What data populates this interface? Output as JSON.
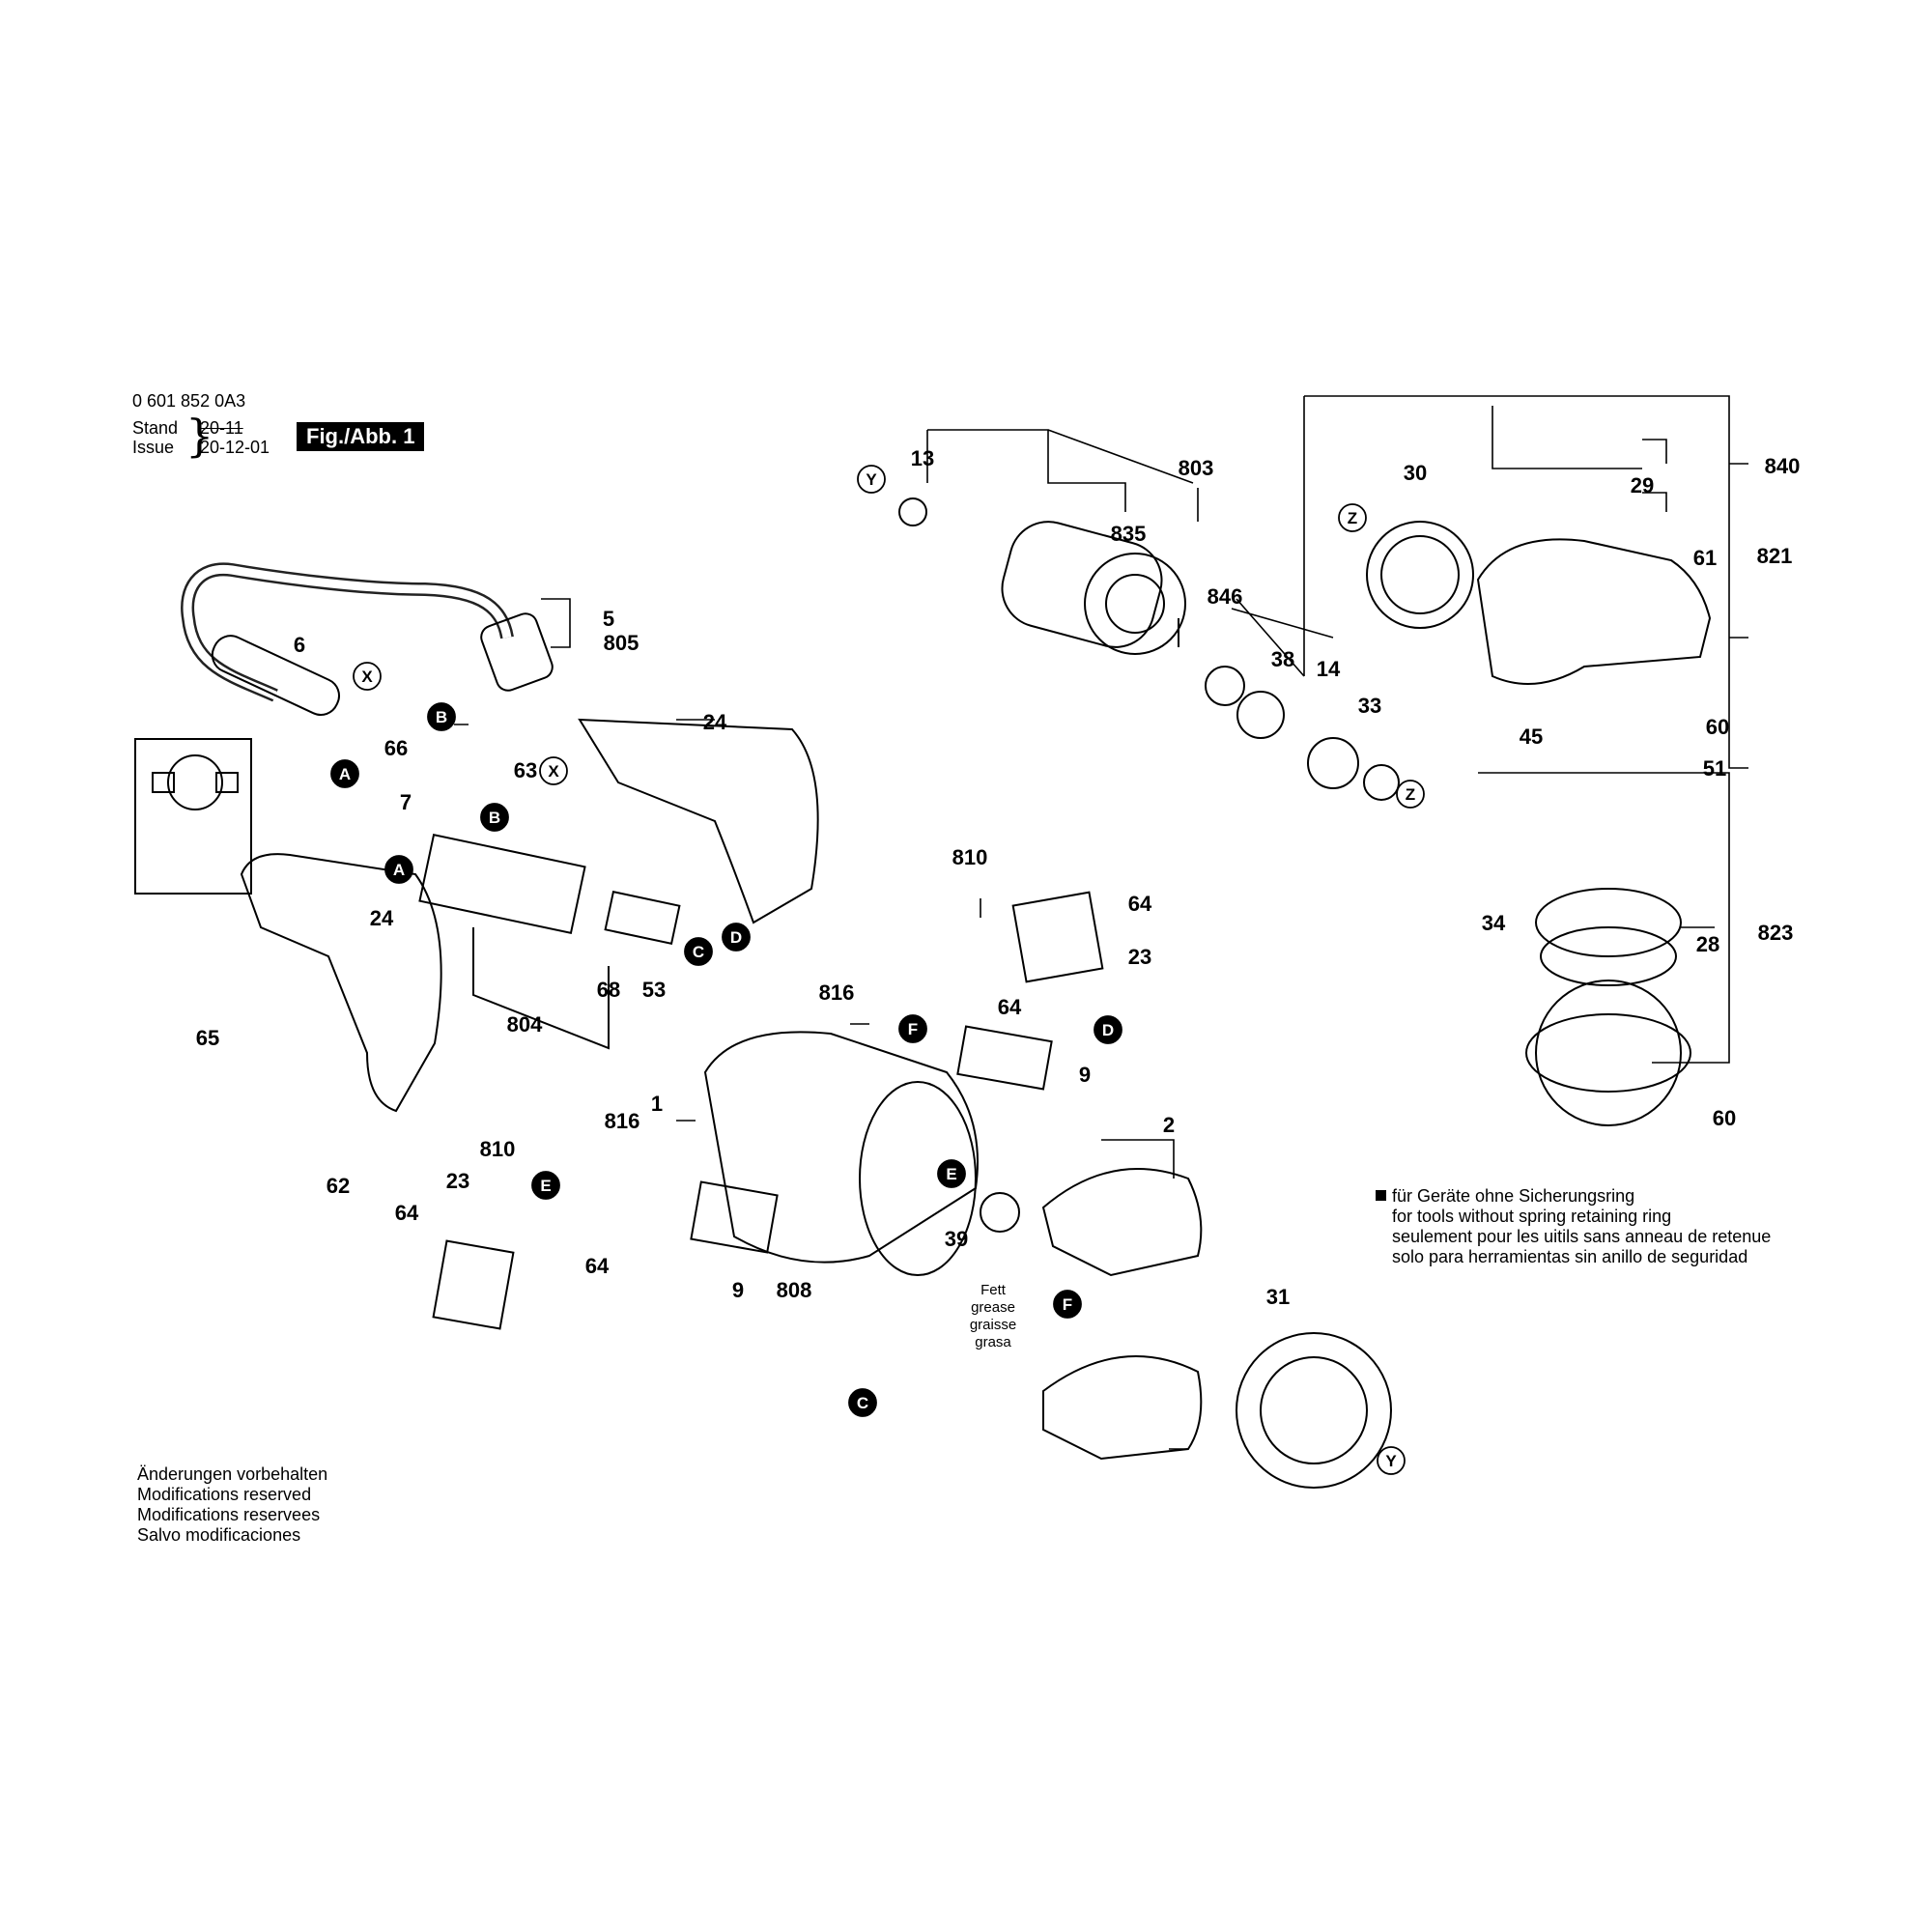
{
  "header": {
    "part_number": "0 601 852 0A3",
    "stand_label": "Stand",
    "issue_label": "Issue",
    "stand_value": "20-11",
    "issue_value": "20-12-01",
    "figure_label": "Fig./Abb. 1"
  },
  "callouts": [
    {
      "id": "c13",
      "label": "13"
    },
    {
      "id": "c803",
      "label": "803"
    },
    {
      "id": "c835",
      "label": "835"
    },
    {
      "id": "c30",
      "label": "30"
    },
    {
      "id": "c840",
      "label": "840"
    },
    {
      "id": "c29",
      "label": "29"
    },
    {
      "id": "c821",
      "label": "821"
    },
    {
      "id": "c61",
      "label": "61"
    },
    {
      "id": "c846",
      "label": "846"
    },
    {
      "id": "c38",
      "label": "38"
    },
    {
      "id": "c14",
      "label": "14"
    },
    {
      "id": "c33",
      "label": "33"
    },
    {
      "id": "c60a",
      "label": "60"
    },
    {
      "id": "c45",
      "label": "45"
    },
    {
      "id": "c51",
      "label": "51"
    },
    {
      "id": "c5",
      "label": "5"
    },
    {
      "id": "c805",
      "label": "805"
    },
    {
      "id": "c6",
      "label": "6"
    },
    {
      "id": "c24a",
      "label": "24"
    },
    {
      "id": "c66",
      "label": "66"
    },
    {
      "id": "c63",
      "label": "63"
    },
    {
      "id": "c7",
      "label": "7"
    },
    {
      "id": "c24b",
      "label": "24"
    },
    {
      "id": "c65",
      "label": "65"
    },
    {
      "id": "c68",
      "label": "68"
    },
    {
      "id": "c53",
      "label": "53"
    },
    {
      "id": "c804",
      "label": "804"
    },
    {
      "id": "c810a",
      "label": "810"
    },
    {
      "id": "c64a",
      "label": "64"
    },
    {
      "id": "c23a",
      "label": "23"
    },
    {
      "id": "c34",
      "label": "34"
    },
    {
      "id": "c28",
      "label": "28"
    },
    {
      "id": "c823",
      "label": "823"
    },
    {
      "id": "c816a",
      "label": "816"
    },
    {
      "id": "c64b",
      "label": "64"
    },
    {
      "id": "c9a",
      "label": "9"
    },
    {
      "id": "c1",
      "label": "1"
    },
    {
      "id": "c2",
      "label": "2"
    },
    {
      "id": "c60b",
      "label": "60"
    },
    {
      "id": "c816b",
      "label": "816"
    },
    {
      "id": "c810b",
      "label": "810"
    },
    {
      "id": "c23b",
      "label": "23"
    },
    {
      "id": "c62",
      "label": "62"
    },
    {
      "id": "c64c",
      "label": "64"
    },
    {
      "id": "c64d",
      "label": "64"
    },
    {
      "id": "c39",
      "label": "39"
    },
    {
      "id": "c9b",
      "label": "9"
    },
    {
      "id": "c808",
      "label": "808"
    },
    {
      "id": "c31",
      "label": "31"
    }
  ],
  "markers": [
    {
      "id": "mY1",
      "label": "Y"
    },
    {
      "id": "mX1",
      "label": "X"
    },
    {
      "id": "mB1",
      "label": "B"
    },
    {
      "id": "mA1",
      "label": "A"
    },
    {
      "id": "mX2",
      "label": "X"
    },
    {
      "id": "mB2",
      "label": "B"
    },
    {
      "id": "mA2",
      "label": "A"
    },
    {
      "id": "mD1",
      "label": "D"
    },
    {
      "id": "mC1",
      "label": "C"
    },
    {
      "id": "mZ1",
      "label": "Z"
    },
    {
      "id": "mZ2",
      "label": "Z"
    },
    {
      "id": "mF1",
      "label": "F"
    },
    {
      "id": "mD2",
      "label": "D"
    },
    {
      "id": "mE1",
      "label": "E"
    },
    {
      "id": "mE2",
      "label": "E"
    },
    {
      "id": "mF2",
      "label": "F"
    },
    {
      "id": "mC2",
      "label": "C"
    },
    {
      "id": "mY2",
      "label": "Y"
    }
  ],
  "grease_note": [
    "Fett",
    "grease",
    "graisse",
    "grasa"
  ],
  "note": {
    "line1": "für Geräte ohne Sicherungsring",
    "line2": "for tools without spring retaining ring",
    "line3": "seulement pour les uitils sans anneau de retenue",
    "line4": "solo para herramientas sin anillo de seguridad"
  },
  "modifications": {
    "de": "Änderungen vorbehalten",
    "en": "Modifications reserved",
    "fr": "Modifications reservees",
    "es": "Salvo modificaciones"
  }
}
